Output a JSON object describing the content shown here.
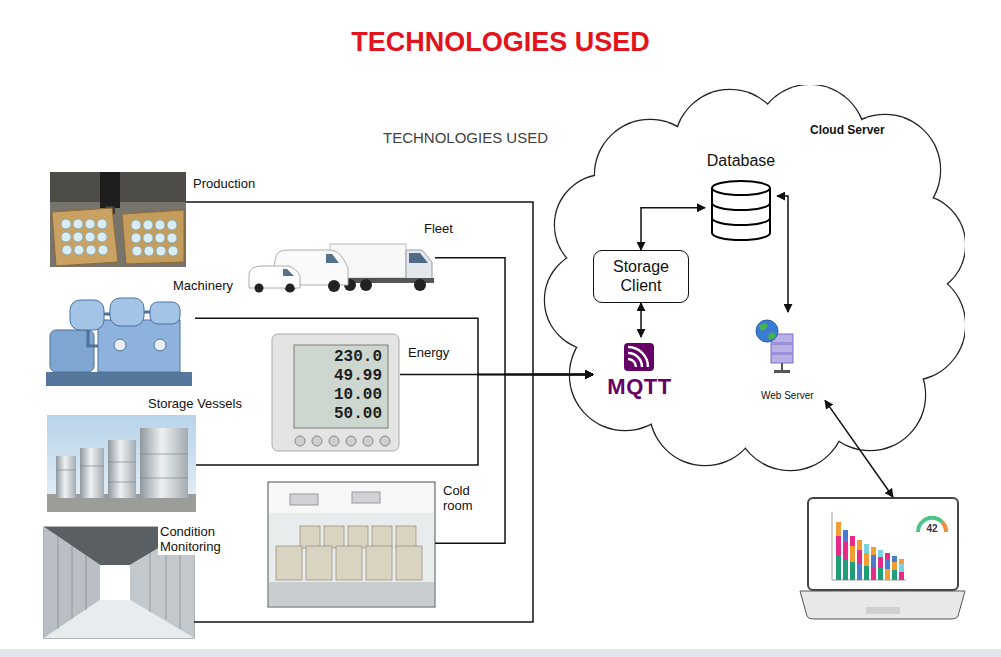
{
  "diagram": {
    "title": "TECHNOLOGIES USED",
    "nodes": [
      {
        "text": [
          "Production"
        ]
      },
      {
        "text": [
          "Fleet"
        ]
      },
      {
        "text": [
          "Machinery"
        ]
      },
      {
        "text": [
          "Energy"
        ]
      },
      {
        "text": [
          "Storage Vessels"
        ]
      },
      {
        "text": [
          "Cold room"
        ]
      },
      {
        "text": [
          "Condition Monitoring"
        ]
      },
      {
        "text": [
          "Cloud Server"
        ]
      },
      {
        "text": [
          "Database"
        ],
        "in": 7
      },
      {
        "text": [
          "Storage Client"
        ],
        "in": 7
      },
      {
        "text": [
          "MQTT"
        ],
        "in": 7
      },
      {
        "text": [
          "Web Server"
        ],
        "in": 7
      },
      {
        "text": [
          "42"
        ]
      }
    ],
    "edges": [
      {
        "from": 0,
        "to": 10,
        "arrow": "to"
      },
      {
        "from": 1,
        "to": 10,
        "arrow": "to"
      },
      {
        "from": 2,
        "to": 10,
        "arrow": "to"
      },
      {
        "from": 3,
        "to": 10,
        "arrow": "to"
      },
      {
        "from": 4,
        "to": 10,
        "arrow": "to"
      },
      {
        "from": 5,
        "to": 10,
        "arrow": "to"
      },
      {
        "from": 6,
        "to": 10,
        "arrow": "to"
      },
      {
        "from": 9,
        "to": 10,
        "arrow": "both"
      },
      {
        "from": 9,
        "to": 8,
        "arrow": "both"
      },
      {
        "from": 8,
        "to": 11,
        "arrow": "both"
      },
      {
        "from": 11,
        "to": 12,
        "arrow": "both"
      }
    ],
    "labels": [
      "TECHNOLOGIES USED",
      "230.0",
      "49.99",
      "10.00",
      "50.00"
    ]
  }
}
